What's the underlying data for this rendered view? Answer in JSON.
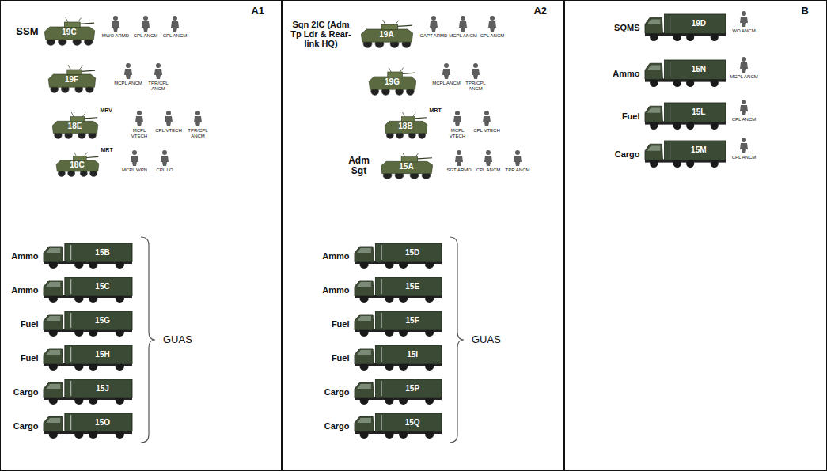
{
  "diagram": {
    "nodes": [
      {
        "text": [
          "A1"
        ]
      },
      {
        "text": [
          "SSM",
          "19C"
        ],
        "in": 0
      },
      {
        "text": [
          "19F"
        ],
        "in": 0
      },
      {
        "text": [
          "MRV",
          "18E"
        ],
        "in": 0
      },
      {
        "text": [
          "MRT",
          "18C"
        ],
        "in": 0
      },
      {
        "text": [
          "Ammo",
          "15B"
        ],
        "in": 0
      },
      {
        "text": [
          "Ammo",
          "15C"
        ],
        "in": 0
      },
      {
        "text": [
          "Fuel",
          "15G"
        ],
        "in": 0
      },
      {
        "text": [
          "Fuel",
          "15H"
        ],
        "in": 0
      },
      {
        "text": [
          "Cargo",
          "15J"
        ],
        "in": 0
      },
      {
        "text": [
          "Cargo",
          "15O"
        ],
        "in": 0
      },
      {
        "text": [
          "A2"
        ]
      },
      {
        "text": [
          "Sqn 2IC (Adm Tp Ldr & Rear-link HQ)",
          "19A"
        ],
        "in": 11
      },
      {
        "text": [
          "19G"
        ],
        "in": 11
      },
      {
        "text": [
          "MRT",
          "18B"
        ],
        "in": 11
      },
      {
        "text": [
          "Adm Sgt",
          "15A"
        ],
        "in": 11
      },
      {
        "text": [
          "Ammo",
          "15D"
        ],
        "in": 11
      },
      {
        "text": [
          "Ammo",
          "15E"
        ],
        "in": 11
      },
      {
        "text": [
          "Fuel",
          "15F"
        ],
        "in": 11
      },
      {
        "text": [
          "Fuel",
          "15I"
        ],
        "in": 11
      },
      {
        "text": [
          "Cargo",
          "15P"
        ],
        "in": 11
      },
      {
        "text": [
          "Cargo",
          "15Q"
        ],
        "in": 11
      },
      {
        "text": [
          "B"
        ]
      },
      {
        "text": [
          "SQMS",
          "19D"
        ],
        "in": 22
      },
      {
        "text": [
          "Ammo",
          "15N"
        ],
        "in": 22
      },
      {
        "text": [
          "Fuel",
          "15L"
        ],
        "in": 22
      },
      {
        "text": [
          "Cargo",
          "15M"
        ],
        "in": 22
      }
    ],
    "labels": [
      "MWO ARMD",
      "CPL ANCM",
      "CPL ANCM",
      "MCPL ANCM",
      "TPR/CPL ANCM",
      "MCPL VTECH",
      "CPL VTECH",
      "TPR/CPL ANCM",
      "MCPL WPN",
      "CPL LO",
      "GUAS",
      "CAPT ARMD",
      "MCPL ANCM",
      "CPL ANCM",
      "MCPL ANCM",
      "TPR/CPL ANCM",
      "MCPL VTECH",
      "CPL VTECH",
      "SGT ARMD",
      "CPL ANCM",
      "TPR ANCM",
      "GUAS",
      "WO ANCM",
      "MCPL ANCM",
      "CPL ANCM",
      "CPL ANCM"
    ]
  }
}
